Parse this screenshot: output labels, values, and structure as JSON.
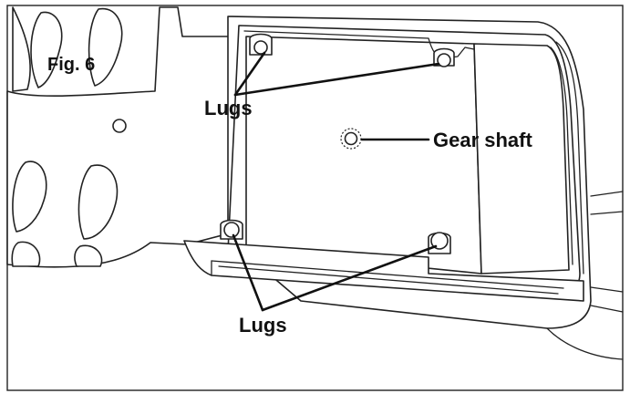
{
  "figure": {
    "label": "Fig. 6",
    "callouts": {
      "lugs_top": "Lugs",
      "gear_shaft": "Gear shaft",
      "lugs_bottom": "Lugs"
    }
  },
  "colors": {
    "line": "#222222",
    "background": "#ffffff",
    "text": "#111111"
  }
}
